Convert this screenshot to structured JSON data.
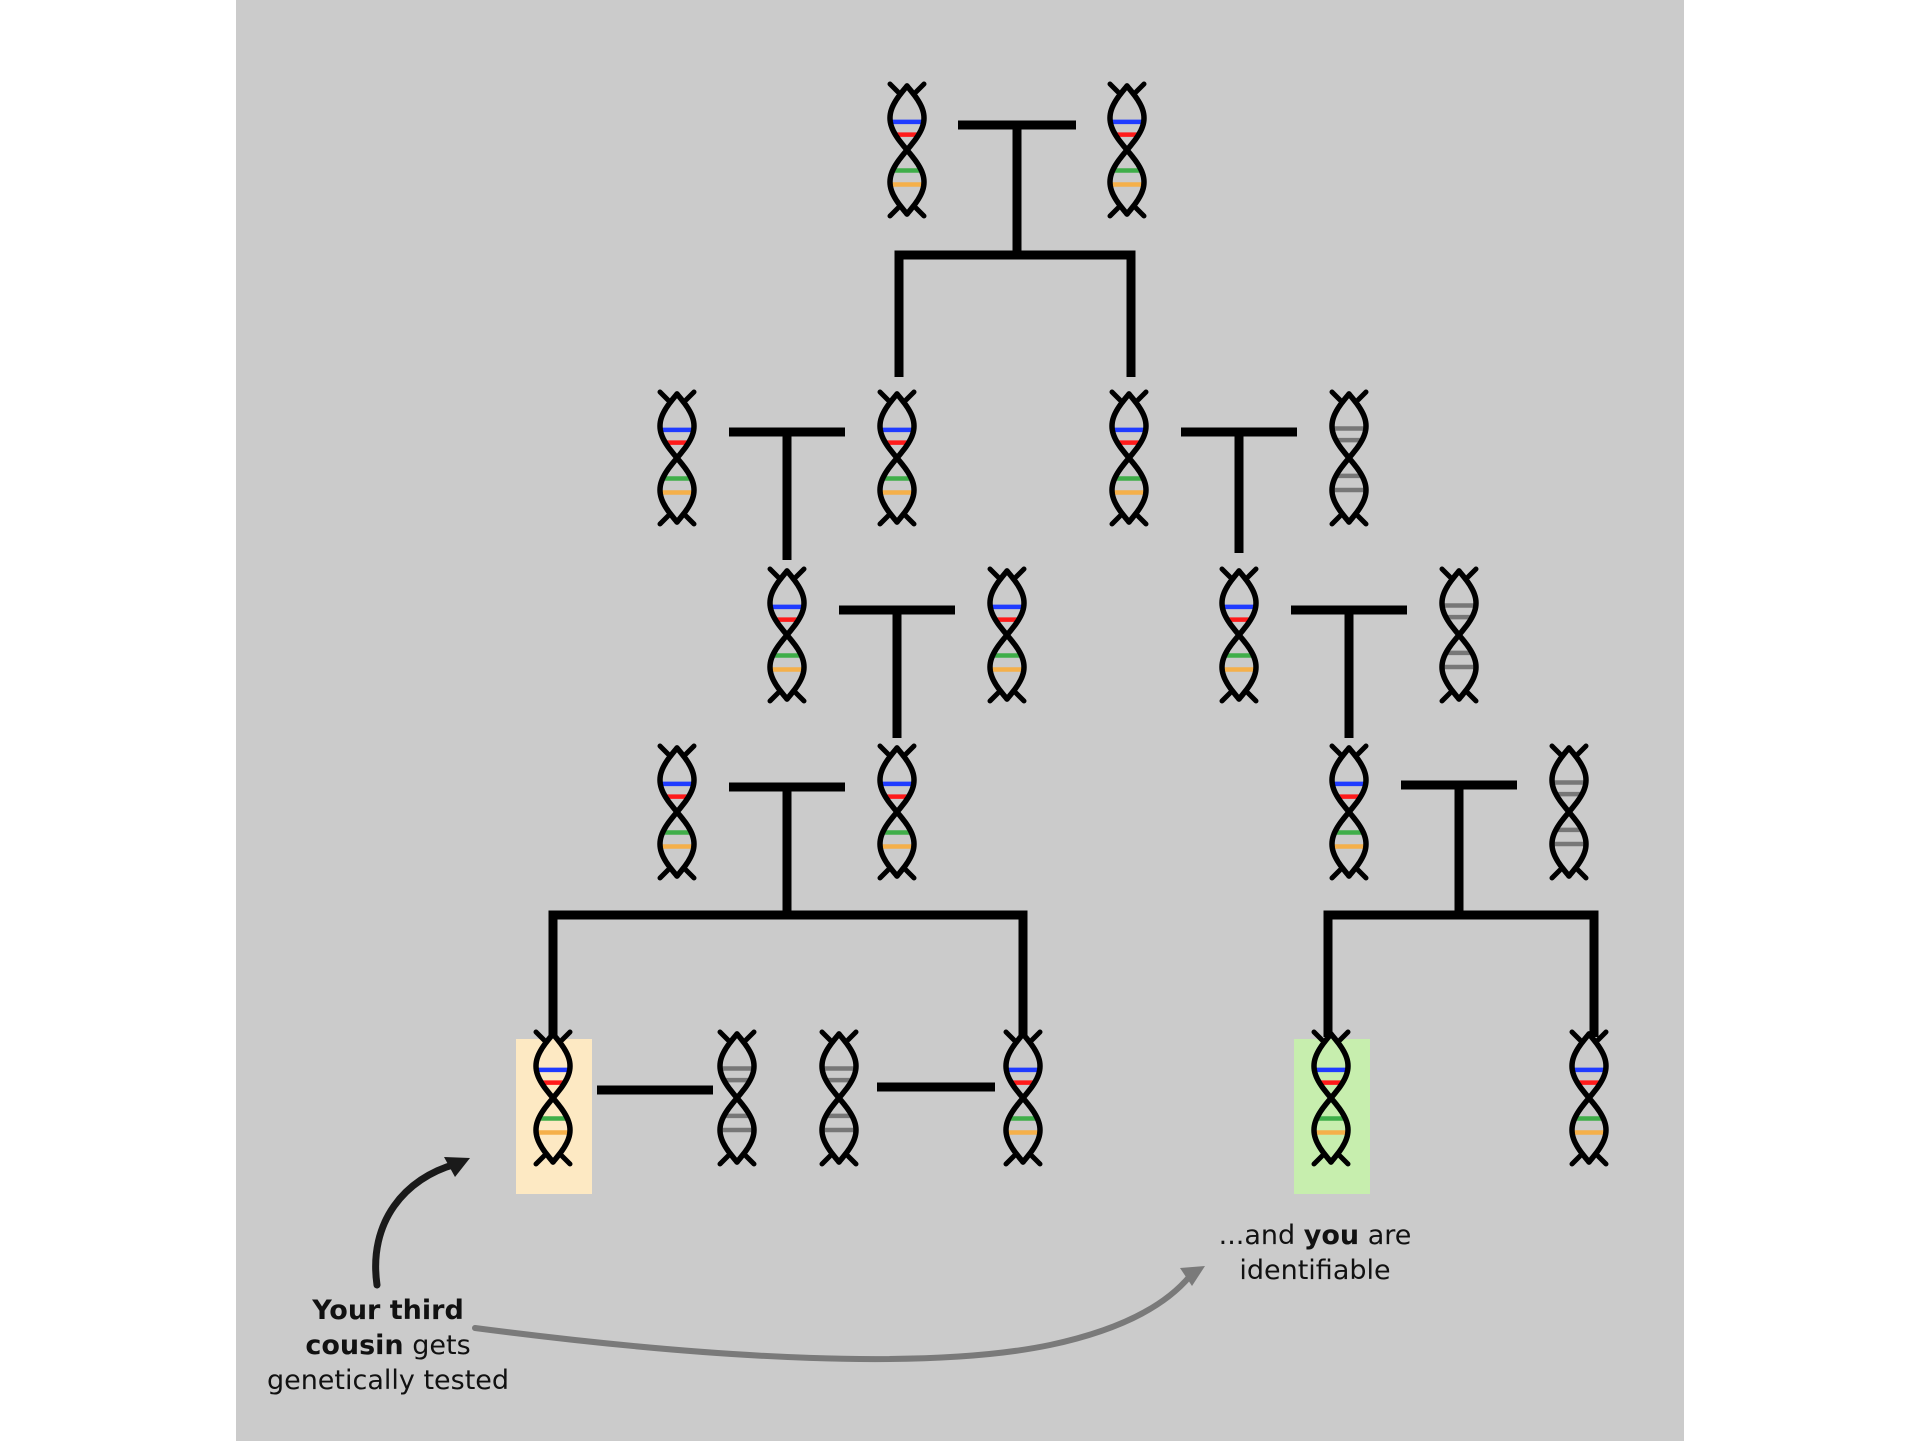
{
  "colors": {
    "background": "#cbcbcb",
    "line": "#000000",
    "stripe_blue": "#1f3bff",
    "stripe_red": "#ff1a1a",
    "stripe_green": "#3fae49",
    "stripe_orange": "#f5b04a",
    "stripe_gray": "#777777",
    "highlight_cousin": "#fde9c3",
    "highlight_you": "#c7eeae",
    "arrow_dark": "#1a1a1a",
    "arrow_gray": "#7a7a7a"
  },
  "legend": {
    "related_dna": "colored",
    "unrelated_dna": "gray"
  },
  "captions": {
    "cousin": {
      "part1": "Your third",
      "part2_bold": "cousin",
      "part3": " gets",
      "part4": "genetically tested"
    },
    "you": {
      "part1": "...and ",
      "part2_bold": "you",
      "part3": " are",
      "part4": "identifiable"
    }
  },
  "people": [
    {
      "id": "gg-grandparent-1",
      "type": "colored"
    },
    {
      "id": "gg-grandparent-2",
      "type": "colored"
    },
    {
      "id": "g-grandparent-left-blood",
      "type": "colored"
    },
    {
      "id": "g-grandparent-left-spouse",
      "type": "colored"
    },
    {
      "id": "g-grandparent-right-blood",
      "type": "colored"
    },
    {
      "id": "g-grandparent-right-spouse",
      "type": "gray"
    },
    {
      "id": "grandparent-left-blood",
      "type": "colored"
    },
    {
      "id": "grandparent-left-spouse",
      "type": "colored"
    },
    {
      "id": "grandparent-right-blood",
      "type": "colored"
    },
    {
      "id": "grandparent-right-spouse",
      "type": "gray"
    },
    {
      "id": "parent-left-spouse",
      "type": "colored"
    },
    {
      "id": "parent-left-blood",
      "type": "colored"
    },
    {
      "id": "parent-right-blood",
      "type": "colored"
    },
    {
      "id": "parent-right-spouse",
      "type": "gray"
    },
    {
      "id": "third-cousin",
      "type": "colored",
      "highlight": "cousin"
    },
    {
      "id": "cousin-spouse",
      "type": "gray"
    },
    {
      "id": "cousin-sibling-spouse",
      "type": "gray"
    },
    {
      "id": "cousin-sibling",
      "type": "colored"
    },
    {
      "id": "you",
      "type": "colored",
      "highlight": "you"
    },
    {
      "id": "your-sibling",
      "type": "colored"
    }
  ]
}
